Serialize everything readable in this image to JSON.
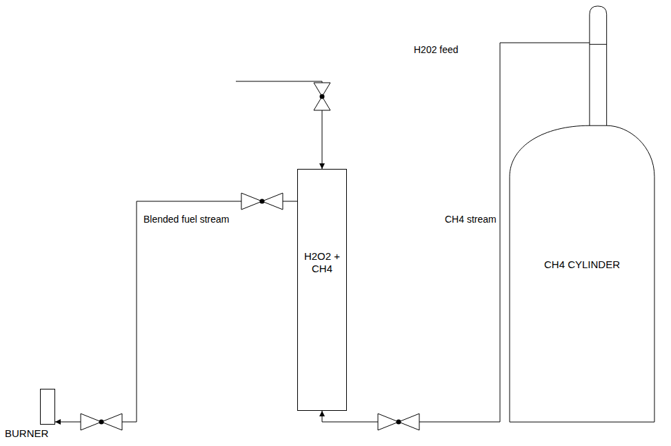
{
  "diagram": {
    "nodes": [
      {
        "text": [
          "H2O2 + CH4"
        ]
      },
      {
        "text": [
          "CH4 CYLINDER"
        ]
      },
      {
        "text": [
          "BURNER"
        ]
      }
    ],
    "edges": [
      {
        "from": 1,
        "to": 0,
        "arrow": "to",
        "label": "CH4 stream"
      },
      {
        "from": 0,
        "to": 2,
        "arrow": "to",
        "label": "Blended fuel stream"
      }
    ],
    "labels": [
      "H202 feed"
    ]
  }
}
